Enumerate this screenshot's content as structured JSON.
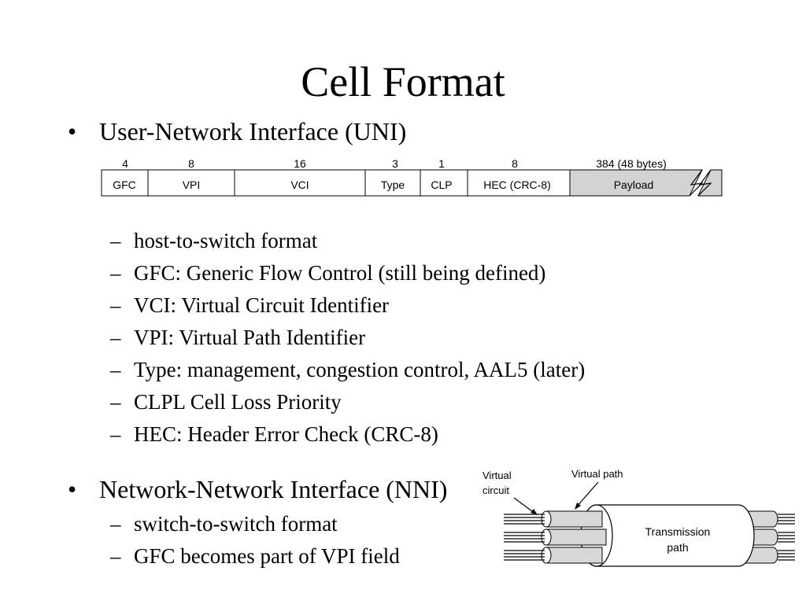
{
  "title": "Cell Format",
  "uni": {
    "heading": "User-Network Interface (UNI)",
    "bits": [
      "4",
      "8",
      "16",
      "3",
      "1",
      "8",
      "384 (48 bytes)"
    ],
    "fields": [
      "GFC",
      "VPI",
      "VCI",
      "Type",
      "CLP",
      "HEC (CRC-8)",
      "Payload"
    ],
    "points": [
      "host-to-switch format",
      "GFC: Generic Flow Control (still being defined)",
      "VCI: Virtual Circuit Identifier",
      "VPI: Virtual Path Identifier",
      "Type: management, congestion control, AAL5 (later)",
      "CLPL Cell Loss Priority",
      "HEC: Header Error Check (CRC-8)"
    ]
  },
  "nni": {
    "heading": "Network-Network Interface (NNI)",
    "points": [
      "switch-to-switch format",
      "GFC becomes part of VPI field"
    ]
  },
  "diagram": {
    "virtual_circuit_line1": "Virtual",
    "virtual_circuit_line2": "circuit",
    "virtual_path": "Virtual path",
    "transmission_line1": "Transmission",
    "transmission_line2": "path"
  },
  "colors": {
    "payload_fill": "#d3d3d3",
    "tube_fill": "#d8d8d8"
  }
}
